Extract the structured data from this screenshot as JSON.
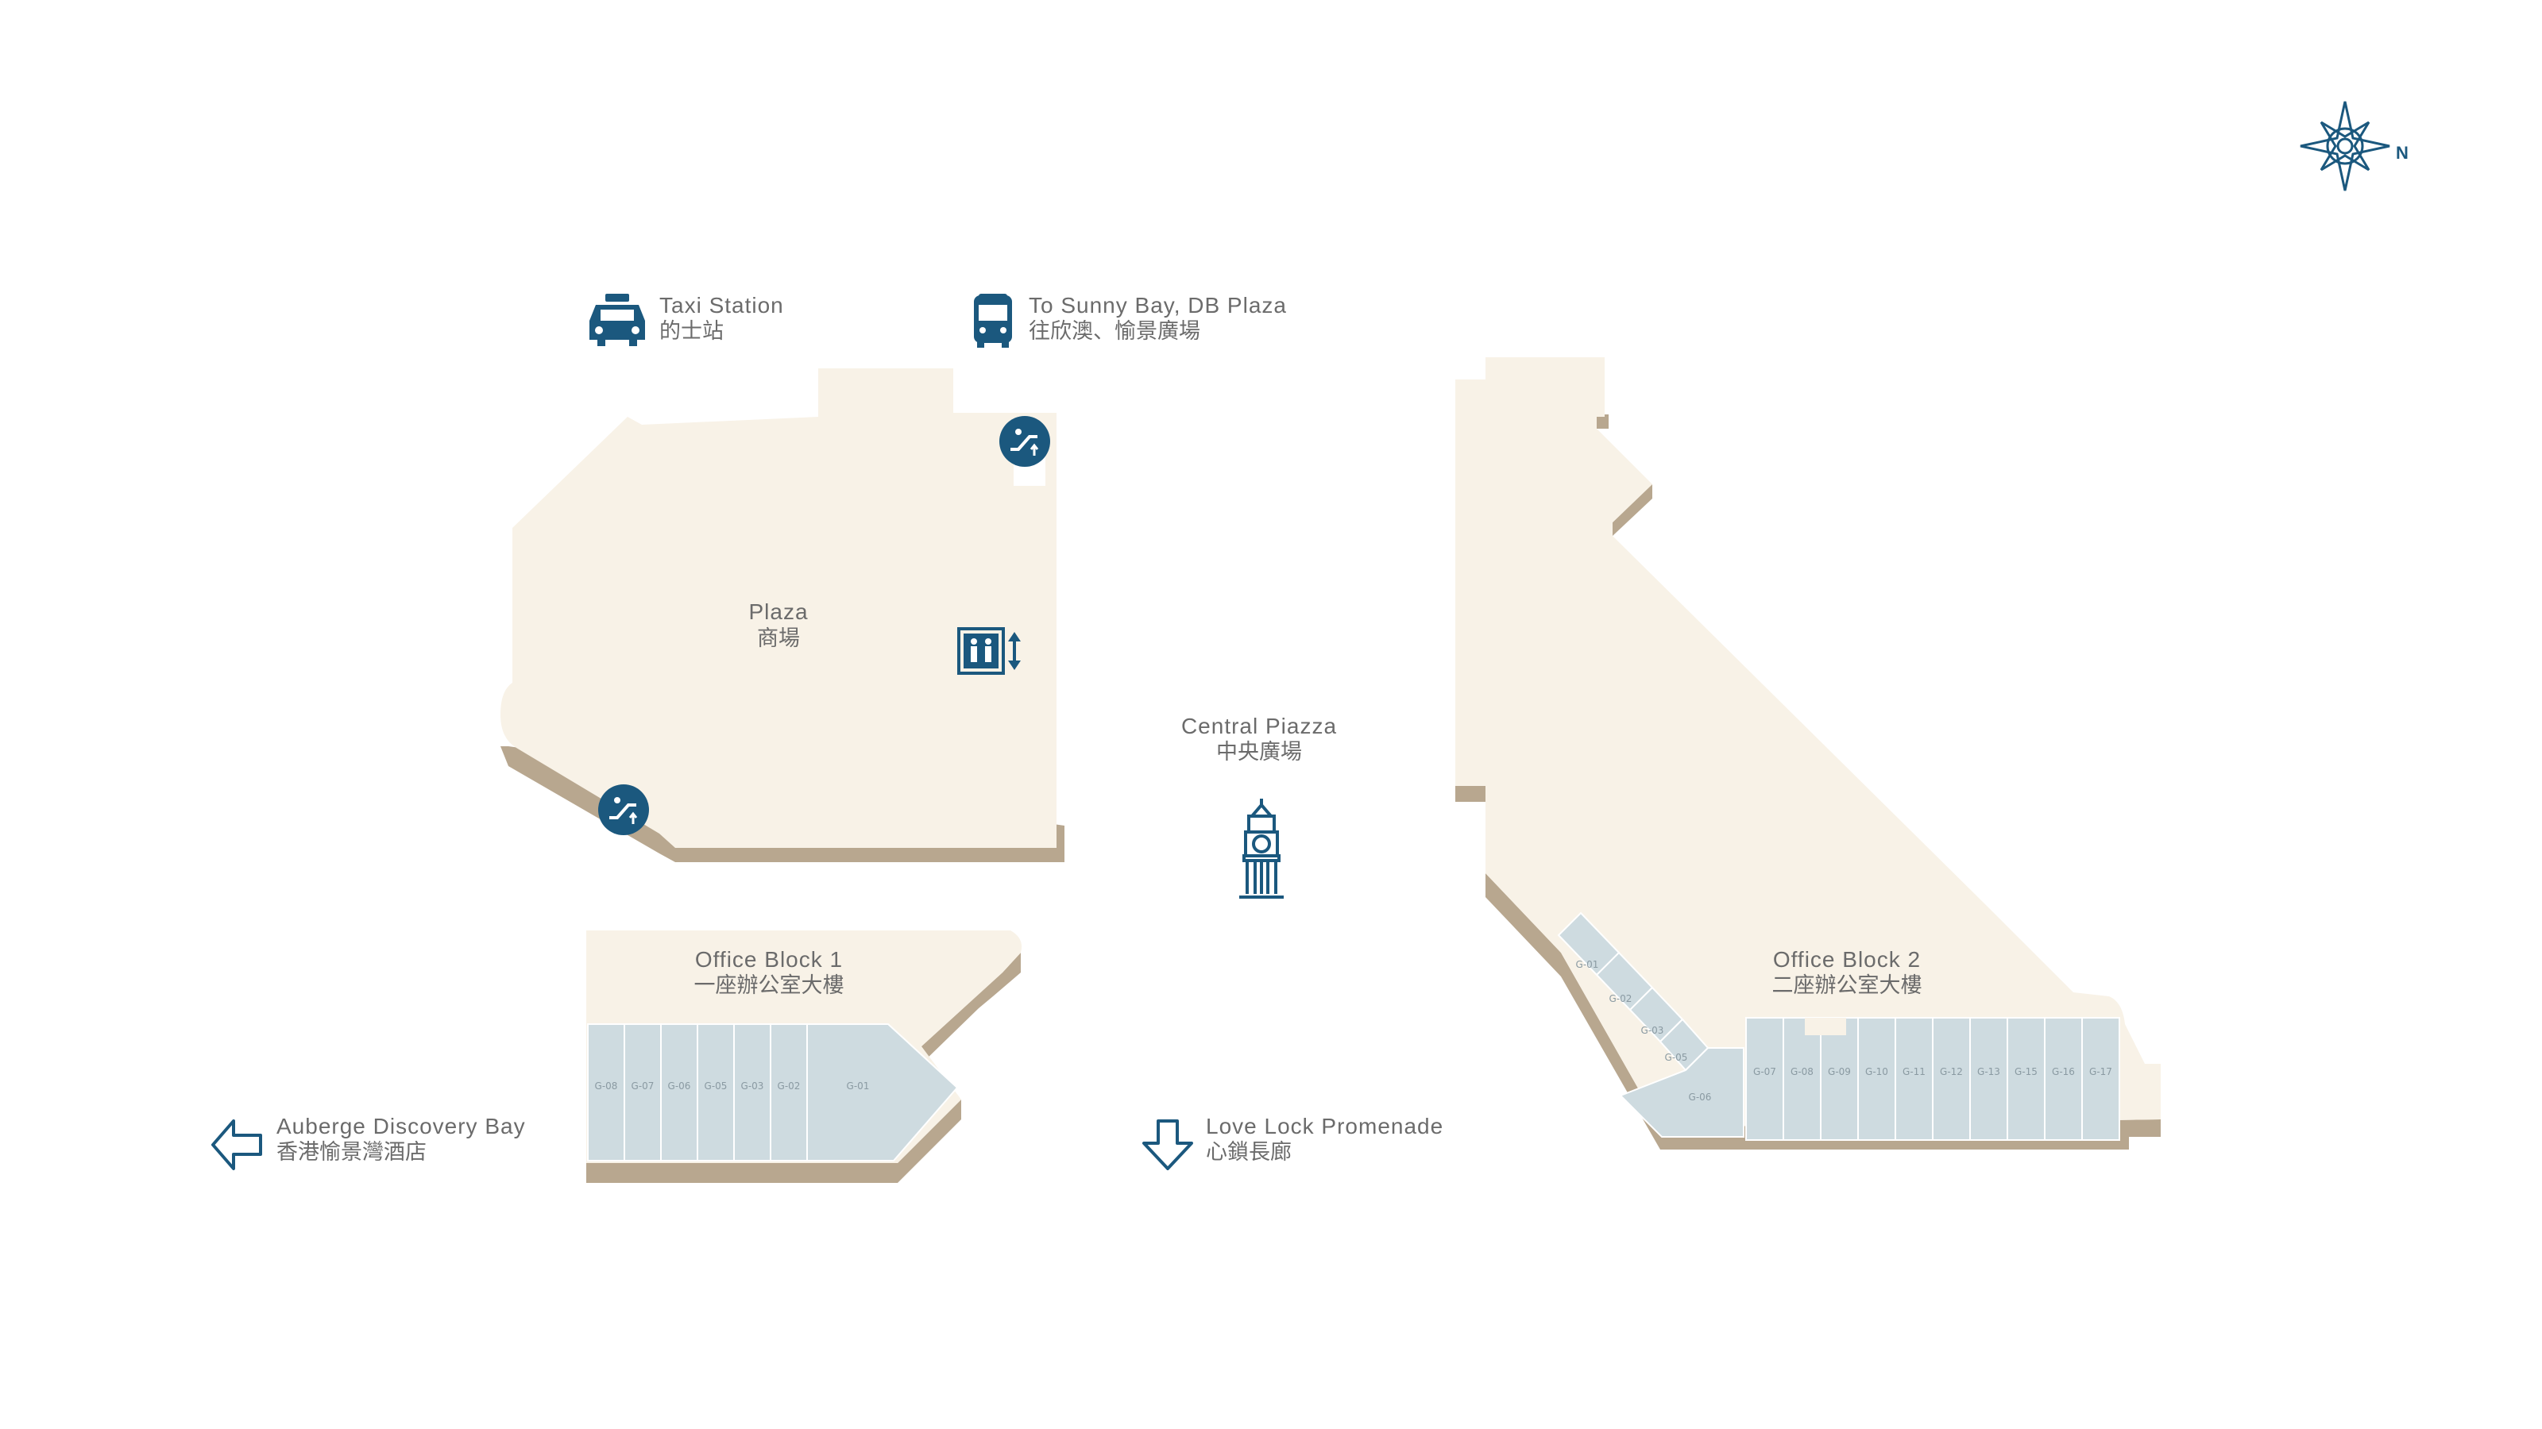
{
  "colors": {
    "floor": "#f8f2e7",
    "wall_shadow": "#b8a78f",
    "unit_fill": "#cedbe0",
    "unit_stroke": "#ffffff",
    "icon_blue": "#1b587e",
    "label_gray": "#6b6b6b"
  },
  "compass": {
    "direction_label": "N"
  },
  "taxi_station": {
    "en": "Taxi Station",
    "zh": "的士站",
    "icon": "taxi-icon"
  },
  "bus_stop": {
    "en": "To Sunny Bay, DB Plaza",
    "zh": "往欣澳、愉景廣場",
    "icon": "bus-icon"
  },
  "plaza": {
    "en": "Plaza",
    "zh": "商場"
  },
  "central_piazza": {
    "en": "Central Piazza",
    "zh": "中央廣場",
    "icon": "clock-tower-icon"
  },
  "office_block_1": {
    "en": "Office Block 1",
    "zh": "一座辦公室大樓",
    "units": [
      "G-08",
      "G-07",
      "G-06",
      "G-05",
      "G-03",
      "G-02",
      "G-01"
    ]
  },
  "office_block_2": {
    "en": "Office Block 2",
    "zh": "二座辦公室大樓",
    "diagonal_units": [
      "G-01",
      "G-02",
      "G-03",
      "G-05",
      "G-06"
    ],
    "units": [
      "G-07",
      "G-08",
      "G-09",
      "G-10",
      "G-11",
      "G-12",
      "G-13",
      "G-15",
      "G-16",
      "G-17"
    ]
  },
  "auberge": {
    "en": "Auberge Discovery Bay",
    "zh": "香港愉景灣酒店",
    "icon": "arrow-left-icon"
  },
  "love_lock": {
    "en": "Love Lock Promenade",
    "zh": "心鎖長廊",
    "icon": "arrow-down-icon"
  }
}
